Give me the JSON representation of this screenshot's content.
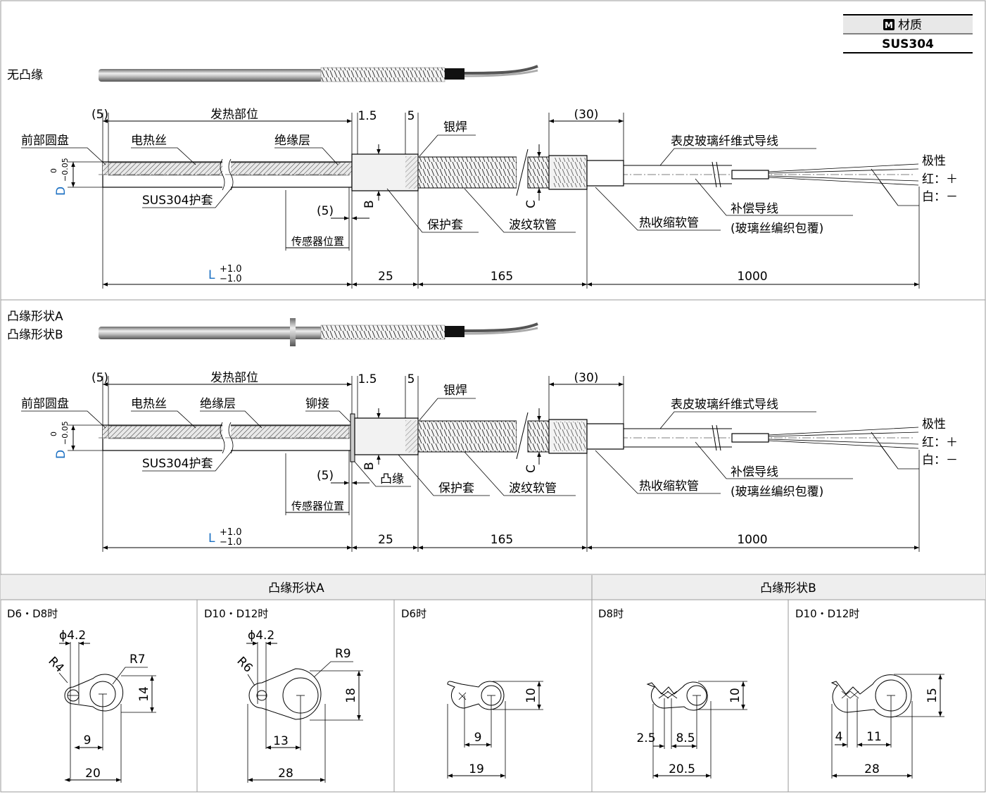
{
  "material": {
    "badge": "M",
    "label": "材质",
    "value": "SUS304"
  },
  "view1": {
    "title": "无凸缘"
  },
  "view2": {
    "title_a": "凸缘形状A",
    "title_b": "凸缘形状B"
  },
  "labels": {
    "heating": "发热部位",
    "front_disc": "前部圆盘",
    "heating_wire": "电热丝",
    "insulation": "绝缘层",
    "sheath": "SUS304护套",
    "sensor_pos": "传感器位置",
    "silver_solder": "银焊",
    "protect": "保护套",
    "bellows": "波纹软管",
    "shrink": "热收缩软管",
    "lead": "表皮玻璃纤维式导线",
    "comp_lead": "补偿导线",
    "comp_lead_note": "(玻璃丝编织包覆)",
    "polarity": "极性",
    "red": "红：＋",
    "white": "白：－",
    "rivet": "铆接",
    "flange": "凸缘"
  },
  "dims": {
    "d5": "(5)",
    "d15": "1.5",
    "d5b": "5",
    "d30": "(30)",
    "d5s": "(5)",
    "L": "L",
    "Ltol_up": "+1.0",
    "Ltol_lo": "−1.0",
    "D": "D",
    "Dtol_up": "0",
    "Dtol_lo": "−0.05",
    "B": "B",
    "C": "C",
    "d25": "25",
    "d165": "165",
    "d1000": "1000"
  },
  "table": {
    "head_a": "凸缘形状A",
    "head_b": "凸缘形状B",
    "cells": [
      {
        "title": "D6・D8时",
        "phi": "ϕ4.2",
        "r_small": "R4",
        "r_big": "R7",
        "h": "14",
        "c": "9",
        "w": "20"
      },
      {
        "title": "D10・D12时",
        "phi": "ϕ4.2",
        "r_small": "R6",
        "r_big": "R9",
        "h": "18",
        "c": "13",
        "w": "28"
      },
      {
        "title": "D6时",
        "h": "10",
        "c": "9",
        "w": "19"
      },
      {
        "title": "D8时",
        "h": "10",
        "a": "2.5",
        "c": "8.5",
        "w": "20.5"
      },
      {
        "title": "D10・D12时",
        "h": "15",
        "a": "4",
        "c": "11",
        "w": "28"
      }
    ]
  }
}
